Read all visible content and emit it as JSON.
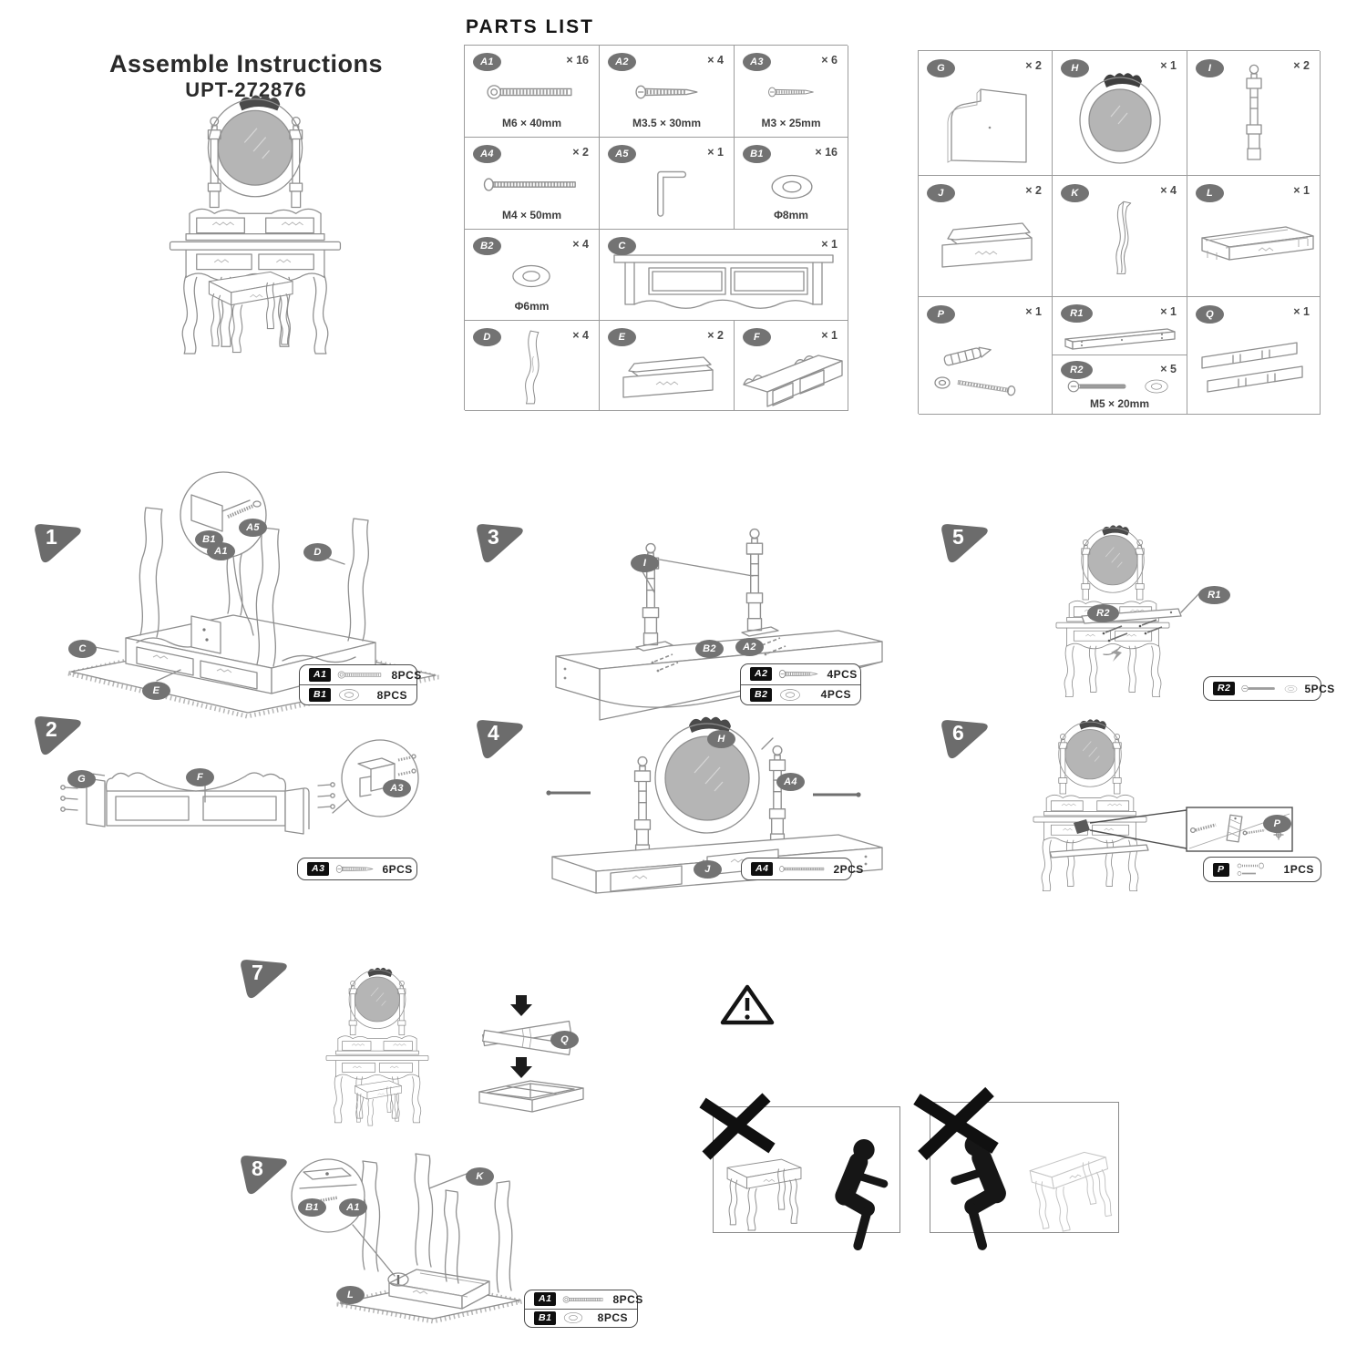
{
  "doc": {
    "title": "Assemble Instructions",
    "model": "UPT-272876",
    "parts_heading": "PARTS LIST"
  },
  "parts": {
    "a1": {
      "id": "A1",
      "qty": "× 16",
      "size": "M6 × 40mm"
    },
    "a2": {
      "id": "A2",
      "qty": "× 4",
      "size": "M3.5 × 30mm"
    },
    "a3": {
      "id": "A3",
      "qty": "× 6",
      "size": "M3 × 25mm"
    },
    "a4": {
      "id": "A4",
      "qty": "× 2",
      "size": "M4 × 50mm"
    },
    "a5": {
      "id": "A5",
      "qty": "× 1",
      "size": ""
    },
    "b1": {
      "id": "B1",
      "qty": "× 16",
      "size": "Φ8mm"
    },
    "b2": {
      "id": "B2",
      "qty": "× 4",
      "size": "Φ6mm"
    },
    "c": {
      "id": "C",
      "qty": "× 1",
      "size": ""
    },
    "d": {
      "id": "D",
      "qty": "× 4",
      "size": ""
    },
    "e": {
      "id": "E",
      "qty": "× 2",
      "size": ""
    },
    "f": {
      "id": "F",
      "qty": "× 1",
      "size": ""
    },
    "g": {
      "id": "G",
      "qty": "× 2",
      "size": ""
    },
    "h": {
      "id": "H",
      "qty": "× 1",
      "size": ""
    },
    "i": {
      "id": "I",
      "qty": "× 2",
      "size": ""
    },
    "j": {
      "id": "J",
      "qty": "× 2",
      "size": ""
    },
    "k": {
      "id": "K",
      "qty": "× 4",
      "size": ""
    },
    "l": {
      "id": "L",
      "qty": "× 1",
      "size": ""
    },
    "p": {
      "id": "P",
      "qty": "× 1",
      "size": ""
    },
    "r1": {
      "id": "R1",
      "qty": "× 1",
      "size": ""
    },
    "r2": {
      "id": "R2",
      "qty": "× 5",
      "size": "M5 × 20mm"
    },
    "q": {
      "id": "Q",
      "qty": "× 1",
      "size": ""
    }
  },
  "steps": {
    "s1": {
      "num": "1",
      "hw": [
        {
          "id": "A1",
          "qty": "8PCS"
        },
        {
          "id": "B1",
          "qty": "8PCS"
        }
      ]
    },
    "s2": {
      "num": "2",
      "hw": [
        {
          "id": "A3",
          "qty": "6PCS"
        }
      ]
    },
    "s3": {
      "num": "3",
      "hw": [
        {
          "id": "A2",
          "qty": "4PCS"
        },
        {
          "id": "B2",
          "qty": "4PCS"
        }
      ]
    },
    "s4": {
      "num": "4",
      "hw": [
        {
          "id": "A4",
          "qty": "2PCS"
        }
      ]
    },
    "s5": {
      "num": "5",
      "hw": [
        {
          "id": "R2",
          "qty": "5PCS"
        }
      ]
    },
    "s6": {
      "num": "6",
      "hw": [
        {
          "id": "P",
          "qty": "1PCS"
        }
      ]
    },
    "s7": {
      "num": "7",
      "hw": []
    },
    "s8": {
      "num": "8",
      "hw": [
        {
          "id": "A1",
          "qty": "8PCS"
        },
        {
          "id": "B1",
          "qty": "8PCS"
        }
      ]
    }
  }
}
